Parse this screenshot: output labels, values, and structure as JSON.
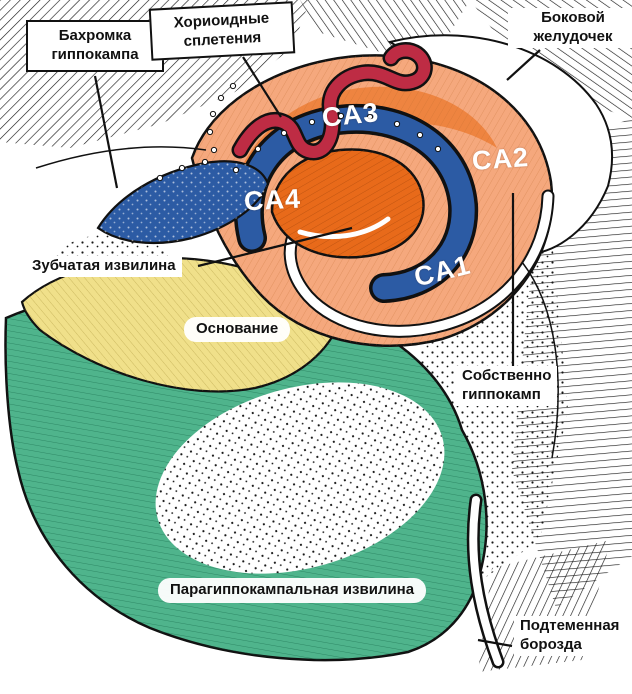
{
  "colors": {
    "ink": "#111111",
    "background": "#FFFFFF",
    "green": "#4FB48C",
    "yellow": "#F0E08A",
    "salmon": "#F5A87D",
    "salmon_deep": "#EE8440",
    "orange": "#E86A1A",
    "blue": "#2C5BA4",
    "red": "#BE2C44"
  },
  "labels": {
    "fimbria": {
      "line1": "Бахромка",
      "line2": "гиппокампа"
    },
    "choroid": {
      "line1": "Хориоидные",
      "line2": "сплетения"
    },
    "ventricle": {
      "line1": "Боковой",
      "line2": "желудочек"
    },
    "dentate": {
      "text": "Зубчатая извилина"
    },
    "base": {
      "text": "Основание"
    },
    "hippocampus": {
      "line1": "Собственно",
      "line2": "гиппокамп"
    },
    "parahippocampal": {
      "text": "Парагиппокампальная извилина"
    },
    "sulcus": {
      "line1": "Подтеменная",
      "line2": "борозда"
    }
  },
  "regions": {
    "ca1": "CA1",
    "ca2": "CA2",
    "ca3": "CA3",
    "ca4": "CA4"
  }
}
